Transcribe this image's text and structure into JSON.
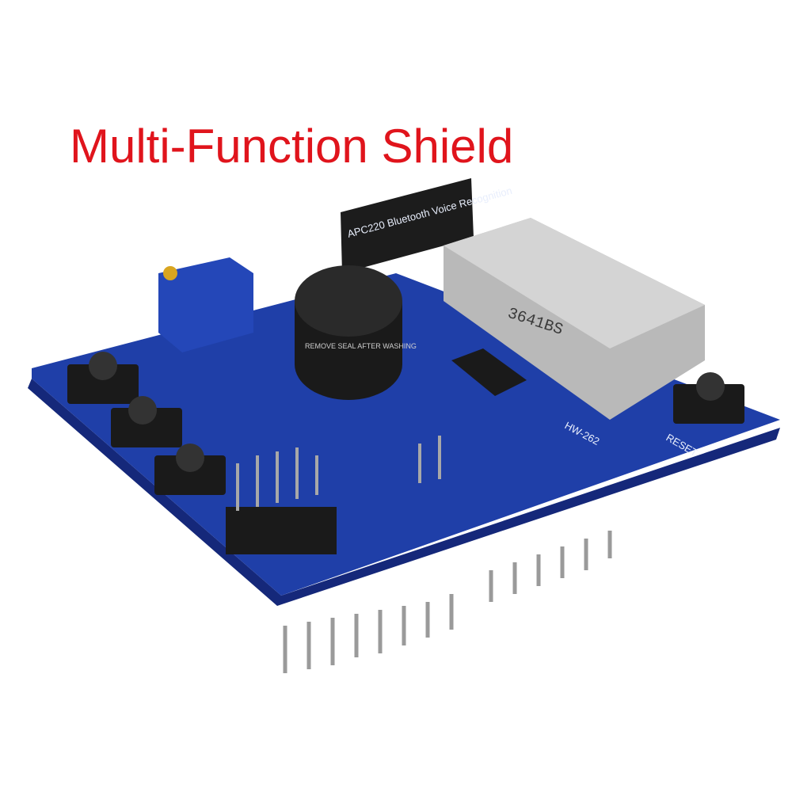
{
  "title": "Multi-Function Shield",
  "board": {
    "display_part": "3641BS",
    "model": "HW-262",
    "reset_label": "RESET",
    "buzzer_sticker": "REMOVE SEAL AFTER WASHING",
    "header_label": "APC220 Bluetooth Voice Recognition",
    "pcb_color": "#1f3fa8"
  },
  "colors": {
    "title": "#e0141c",
    "background": "#ffffff"
  }
}
